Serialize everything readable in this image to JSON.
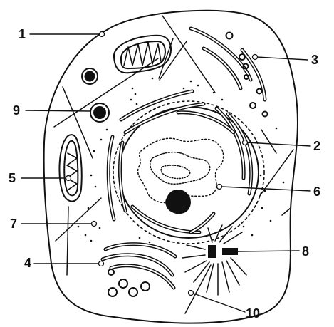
{
  "labels": {
    "l1": "1",
    "l2": "2",
    "l3": "3",
    "l4": "4",
    "l5": "5",
    "l6": "6",
    "l7": "7",
    "l8": "8",
    "l9": "9",
    "l10": "10"
  },
  "colors": {
    "ink": "#111111",
    "paper": "#ffffff"
  }
}
